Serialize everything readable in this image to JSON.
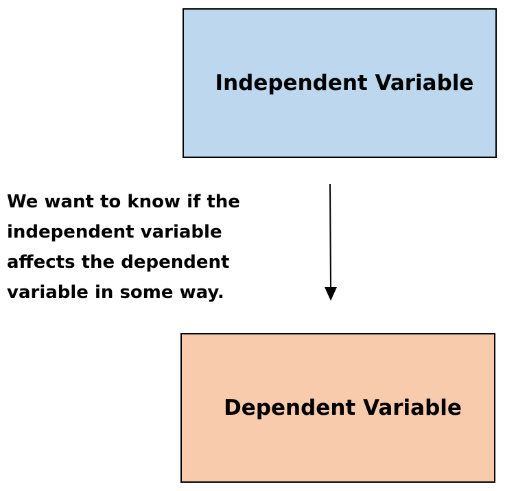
{
  "diagram": {
    "independent": {
      "label": "Independent Variable",
      "color": "#bdd7ee"
    },
    "dependent": {
      "label": "Dependent Variable",
      "color": "#f8cbad"
    },
    "caption": {
      "lines": [
        "We want to know if the",
        "independent variable",
        "affects the dependent",
        "variable in some way."
      ]
    },
    "arrow": {
      "direction": "down",
      "color": "#000000"
    }
  }
}
